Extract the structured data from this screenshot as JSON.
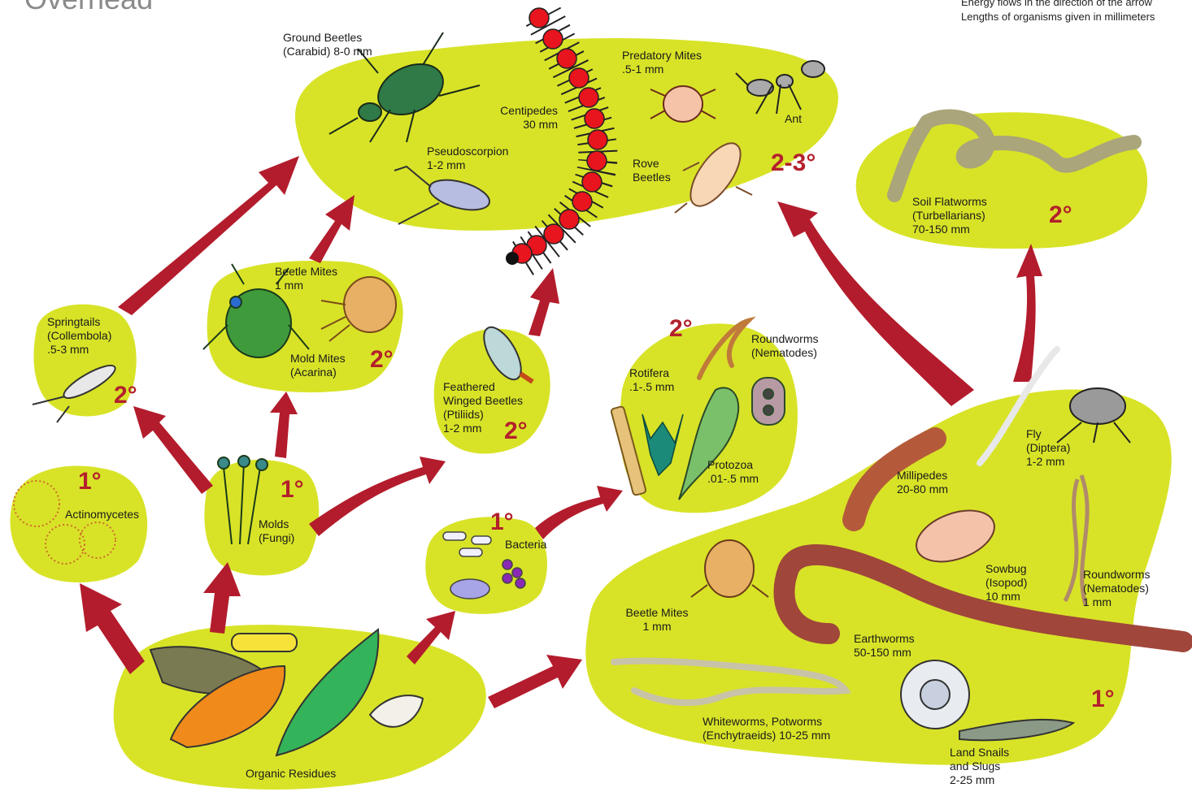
{
  "page": {
    "title": "Overhead",
    "notes": [
      "Energy flows in the direction of the arrow",
      "Lengths of organisms given in millimeters"
    ]
  },
  "colors": {
    "blob": "#d8e327",
    "arrow": "#b31c2c",
    "level": "#b3202c"
  },
  "groups": {
    "top": {
      "ground_beetles": "Ground Beetles\n(Carabid) 8-0 mm",
      "predatory_mites": "Predatory Mites\n.5-1 mm",
      "ant": "Ant",
      "centipedes": "Centipedes\n30 mm",
      "pseudoscorpion": "Pseudoscorpion\n1-2 mm",
      "rove_beetles": "Rove\nBeetles",
      "level": "2-3°"
    },
    "flatworms": {
      "label": "Soil Flatworms\n(Turbellarians)\n70-150 mm",
      "level": "2°"
    },
    "springtails": {
      "label": "Springtails\n(Collembola)\n.5-3 mm",
      "level": "2°"
    },
    "mites": {
      "beetle_mites": "Beetle Mites\n1 mm",
      "mold_mites": "Mold Mites\n(Acarina)",
      "level": "2°"
    },
    "feathered": {
      "label": "Feathered\nWinged Beetles\n(Ptiliids)\n1-2 mm",
      "level": "2°"
    },
    "micro": {
      "roundworms": "Roundworms\n(Nematodes)",
      "rotifera": "Rotifera\n.1-.5 mm",
      "protozoa": "Protozoa\n.01-.5 mm",
      "level": "2°"
    },
    "actinomycetes": {
      "label": "Actinomycetes",
      "level": "1°"
    },
    "molds": {
      "label": "Molds\n(Fungi)",
      "level": "1°"
    },
    "bacteria": {
      "label": "Bacteria",
      "level": "1°"
    },
    "organic": {
      "label": "Organic Residues"
    },
    "big": {
      "fly": "Fly\n(Diptera)\n1-2 mm",
      "millipedes": "Millipedes\n20-80 mm",
      "sowbug": "Sowbug\n(Isopod)\n10 mm",
      "roundworms": "Roundworms\n(Nematodes)\n1 mm",
      "beetle_mites": "Beetle Mites\n1 mm",
      "earthworms": "Earthworms\n50-150 mm",
      "whiteworms": "Whiteworms, Potworms\n(Enchytraeids) 10-25 mm",
      "snails": "Land Snails\nand Slugs\n2-25 mm",
      "level": "1°"
    }
  }
}
